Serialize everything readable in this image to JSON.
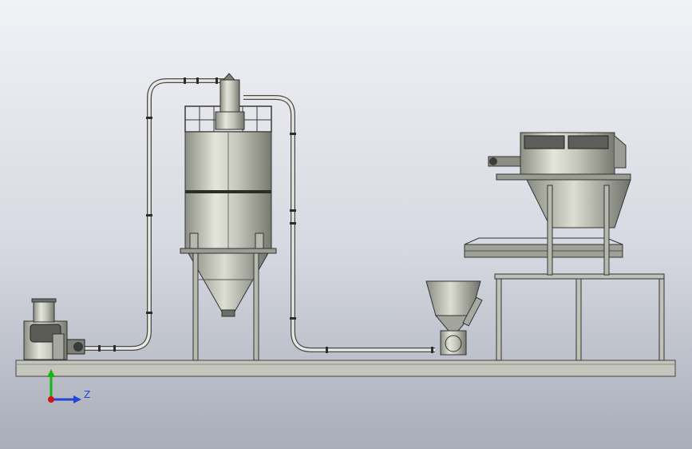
{
  "viewport": {
    "name": "3d-model-viewport",
    "colors": {
      "bg_top": "#f1f2f6",
      "bg_bottom": "#a9adb8",
      "steel": "#c9cbc0",
      "steel_dark": "#8a8c84",
      "outline": "#3a3a3a"
    }
  },
  "triad": {
    "axis_z_label": "Z",
    "colors": {
      "y_axis": "#17b417",
      "z_axis": "#2346d6",
      "origin": "#d21414"
    }
  },
  "components": [
    "roots-blower",
    "conveying-pipeline",
    "storage-silo",
    "rotary-feeder-hopper",
    "bag-dump-station",
    "base-frame"
  ]
}
